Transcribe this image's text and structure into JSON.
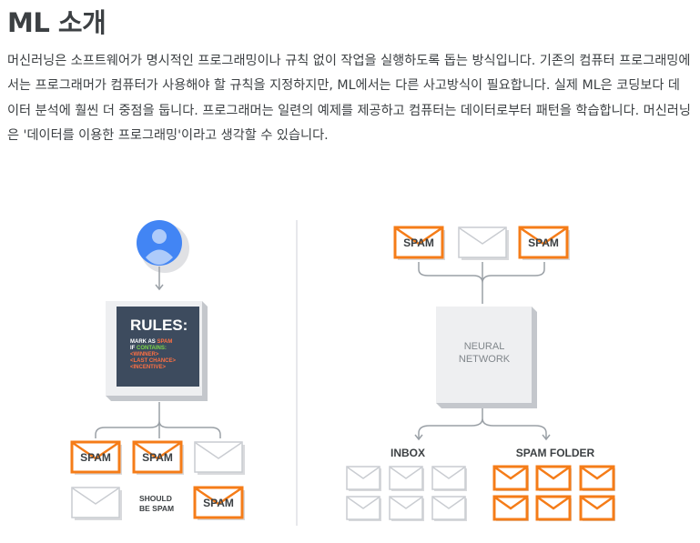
{
  "page": {
    "title": "ML 소개",
    "paragraph": "머신러닝은 소프트웨어가 명시적인 프로그래밍이나 규칙 없이 작업을 실행하도록 돕는 방식입니다. 기존의 컴퓨터 프로그래밍에서는 프로그래머가 컴퓨터가 사용해야 할 규칙을 지정하지만, ML에서는 다른 사고방식이 필요합니다. 실제 ML은 코딩보다 데이터 분석에 훨씬 더 중점을 둡니다. 프로그래머는 일련의 예제를 제공하고 컴퓨터는 데이터로부터 패턴을 학습합니다. 머신러닝은 '데이터를 이용한 프로그래밍'이라고 생각할 수 있습니다."
  },
  "figure": {
    "left": {
      "rules_title": "RULES:",
      "rule_line1_a": "MARK AS ",
      "rule_line1_b": "SPAM",
      "rule_line2_a": "IF ",
      "rule_line2_b": "CONTAINS:",
      "rule_line3": "<WINNER>",
      "rule_line4": "<LAST CHANCE>",
      "rule_line5": "<INCENTIVE>",
      "spam_label": "SPAM",
      "should_be_spam_line1": "SHOULD",
      "should_be_spam_line2": "BE SPAM"
    },
    "right": {
      "spam_label": "SPAM",
      "network_line1": "NEURAL",
      "network_line2": "NETWORK",
      "inbox_label": "INBOX",
      "spam_folder_label": "SPAM FOLDER"
    },
    "colors": {
      "spam_orange": "#f57c18",
      "rule_orange": "#ff7043",
      "rule_green": "#7cd64a",
      "rules_bg": "#3d4b5e",
      "avatar_blue": "#4285f4"
    }
  }
}
